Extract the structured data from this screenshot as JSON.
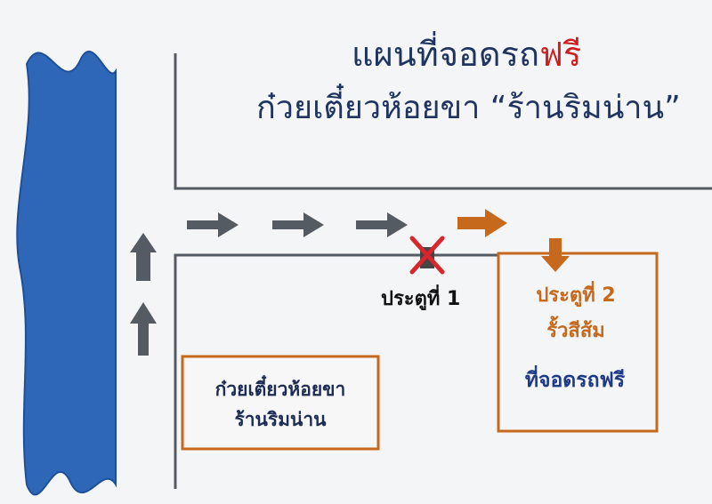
{
  "title": {
    "line1_prefix": "แผนที่จอดรถ",
    "line1_highlight": "ฟรี",
    "line2": "ก๋วยเตี๋ยวห้อยขา “ร้านริมน่าน”"
  },
  "labels": {
    "gate1": "ประตูที่ 1",
    "gate2": "ประตูที่ 2",
    "gate2_fence": "รั้วสีส้ม",
    "parking": "ที่จอดรถฟรี",
    "shop_line1": "ก๋วยเตี๋ยวห้อยขา",
    "shop_line2": "ร้านริมน่าน"
  },
  "colors": {
    "river": "#2f67b8",
    "road_line": "#555b63",
    "arrow_gray": "#555b63",
    "arrow_orange": "#c6691c",
    "closed_mark": "#d9262e",
    "box_border": "#c6691c",
    "title_text": "#1f3460",
    "title_highlight": "#cc1f1f"
  },
  "icons": {
    "closed_gate": "x-mark-icon",
    "direction": "arrow-icon"
  }
}
